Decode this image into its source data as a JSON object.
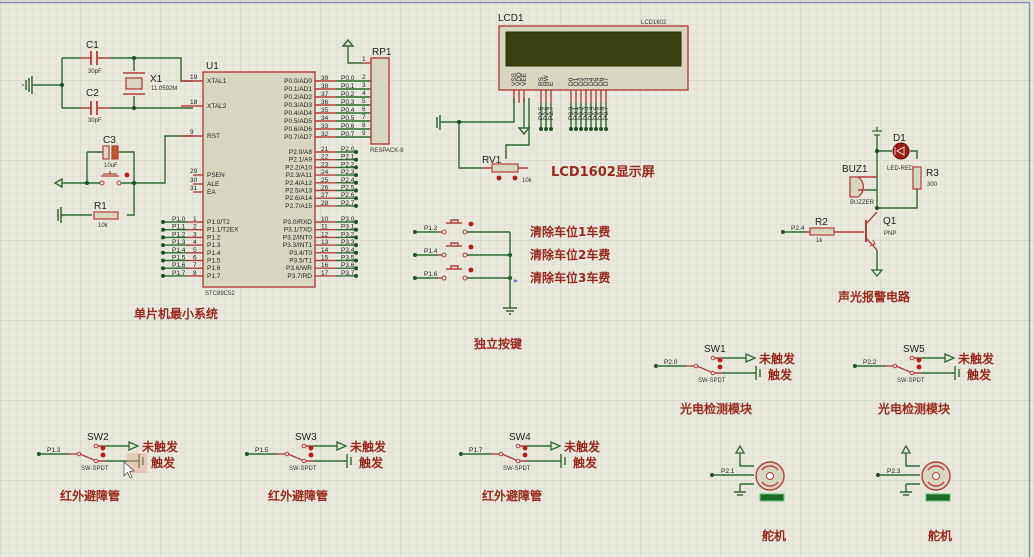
{
  "mcu": {
    "ref": "U1",
    "part": "STC89C52",
    "title": "单片机最小系统",
    "left_pins": [
      {
        "num": "19",
        "name": "XTAL1"
      },
      {
        "num": "18",
        "name": "XTAL2"
      },
      {
        "num": "9",
        "name": "RST"
      },
      {
        "num": "29",
        "name": "PSEN"
      },
      {
        "num": "30",
        "name": "ALE"
      },
      {
        "num": "31",
        "name": "EA"
      }
    ],
    "p1_pins": [
      {
        "num": "1",
        "name": "P1.0/T2",
        "net": "P1.0"
      },
      {
        "num": "2",
        "name": "P1.1/T2EX",
        "net": "P1.1"
      },
      {
        "num": "3",
        "name": "P1.2",
        "net": "P1.2"
      },
      {
        "num": "4",
        "name": "P1.3",
        "net": "P1.3"
      },
      {
        "num": "5",
        "name": "P1.4",
        "net": "P1.4"
      },
      {
        "num": "6",
        "name": "P1.5",
        "net": "P1.5"
      },
      {
        "num": "7",
        "name": "P1.6",
        "net": "P1.6"
      },
      {
        "num": "8",
        "name": "P1.7",
        "net": "P1.7"
      }
    ],
    "p0_pins": [
      {
        "num": "39",
        "name": "P0.0/AD0",
        "net": "P0.0"
      },
      {
        "num": "38",
        "name": "P0.1/AD1",
        "net": "P0.1"
      },
      {
        "num": "37",
        "name": "P0.2/AD2",
        "net": "P0.2"
      },
      {
        "num": "36",
        "name": "P0.3/AD3",
        "net": "P0.3"
      },
      {
        "num": "35",
        "name": "P0.4/AD4",
        "net": "P0.4"
      },
      {
        "num": "34",
        "name": "P0.5/AD5",
        "net": "P0.5"
      },
      {
        "num": "33",
        "name": "P0.6/AD6",
        "net": "P0.6"
      },
      {
        "num": "32",
        "name": "P0.7/AD7",
        "net": "P0.7"
      }
    ],
    "p2_pins": [
      {
        "num": "21",
        "name": "P2.0/A8",
        "net": "P2.0"
      },
      {
        "num": "22",
        "name": "P2.1/A9",
        "net": "P2.1"
      },
      {
        "num": "23",
        "name": "P2.2/A10",
        "net": "P2.2"
      },
      {
        "num": "24",
        "name": "P2.3/A11",
        "net": "P2.3"
      },
      {
        "num": "25",
        "name": "P2.4/A12",
        "net": "P2.4"
      },
      {
        "num": "26",
        "name": "P2.5/A13",
        "net": "P2.5"
      },
      {
        "num": "27",
        "name": "P2.6/A14",
        "net": "P2.6"
      },
      {
        "num": "28",
        "name": "P2.7/A15",
        "net": "P2.7"
      }
    ],
    "p3_pins": [
      {
        "num": "10",
        "name": "P3.0/RXD",
        "net": "P3.0"
      },
      {
        "num": "11",
        "name": "P3.1/TXD",
        "net": "P3.1"
      },
      {
        "num": "12",
        "name": "P3.2/INT0",
        "net": "P3.2"
      },
      {
        "num": "13",
        "name": "P3.3/INT1",
        "net": "P3.3"
      },
      {
        "num": "14",
        "name": "P3.4/T0",
        "net": "P3.4"
      },
      {
        "num": "15",
        "name": "P3.5/T1",
        "net": "P3.5"
      },
      {
        "num": "16",
        "name": "P3.6/WR",
        "net": "P3.6"
      },
      {
        "num": "17",
        "name": "P3.7/RD",
        "net": "P3.7"
      }
    ]
  },
  "osc": {
    "c1_ref": "C1",
    "c1_val": "30pF",
    "c2_ref": "C2",
    "c2_val": "30pF",
    "x1_ref": "X1",
    "x1_val": "11.0592M"
  },
  "reset": {
    "c3_ref": "C3",
    "c3_val": "10uF",
    "r1_ref": "R1",
    "r1_val": "10k"
  },
  "respack": {
    "ref": "RP1",
    "part": "RESPACK-8",
    "pin1": "1"
  },
  "lcd": {
    "ref": "LCD1",
    "part": "LCD1602",
    "title": "LCD1602显示屏",
    "pins": [
      "VSS",
      "VDD",
      "VEE",
      "RS",
      "RW",
      "E",
      "D0",
      "D1",
      "D2",
      "D3",
      "D4",
      "D5",
      "D6",
      "D7"
    ],
    "nets": [
      "",
      "",
      "",
      "P2.5",
      "P2.6",
      "P2.7",
      "P0.0",
      "P0.1",
      "P0.2",
      "P0.3",
      "P0.4",
      "P0.5",
      "P0.6",
      "P0.7"
    ],
    "rv_ref": "RV1",
    "rv_val": "10k"
  },
  "keys": {
    "title": "独立按键",
    "rows": [
      {
        "net": "P1.2",
        "label": "清除车位1车费"
      },
      {
        "net": "P1.4",
        "label": "清除车位2车费"
      },
      {
        "net": "P1.6",
        "label": "清除车位3车费"
      }
    ]
  },
  "alarm": {
    "title": "声光报警电路",
    "d1_ref": "D1",
    "d1_val": "LED-RED",
    "buz_ref": "BUZ1",
    "buz_val": "BUZZER",
    "r3_ref": "R3",
    "r3_val": "300",
    "r2_ref": "R2",
    "r2_val": "1k",
    "q1_ref": "Q1",
    "q1_val": "PNP",
    "net": "P2.4"
  },
  "photo_switches": [
    {
      "ref": "SW1",
      "net": "P2.0",
      "part": "SW-SPDT",
      "state_off": "未触发",
      "state_on": "触发",
      "title": "光电检测模块"
    },
    {
      "ref": "SW5",
      "net": "P2.2",
      "part": "SW-SPDT",
      "state_off": "未触发",
      "state_on": "触发",
      "title": "光电检测模块"
    }
  ],
  "ir_switches": [
    {
      "ref": "SW2",
      "net": "P1.3",
      "part": "SW-SPDT",
      "state_off": "未触发",
      "state_on": "触发",
      "title": "红外避障管"
    },
    {
      "ref": "SW3",
      "net": "P1.5",
      "part": "SW-SPDT",
      "state_off": "未触发",
      "state_on": "触发",
      "title": "红外避障管"
    },
    {
      "ref": "SW4",
      "net": "P1.7",
      "part": "SW-SPDT",
      "state_off": "未触发",
      "state_on": "触发",
      "title": "红外避障管"
    }
  ],
  "servos": [
    {
      "net": "P2.1",
      "title": "舵机"
    },
    {
      "net": "P2.3",
      "title": "舵机"
    }
  ]
}
